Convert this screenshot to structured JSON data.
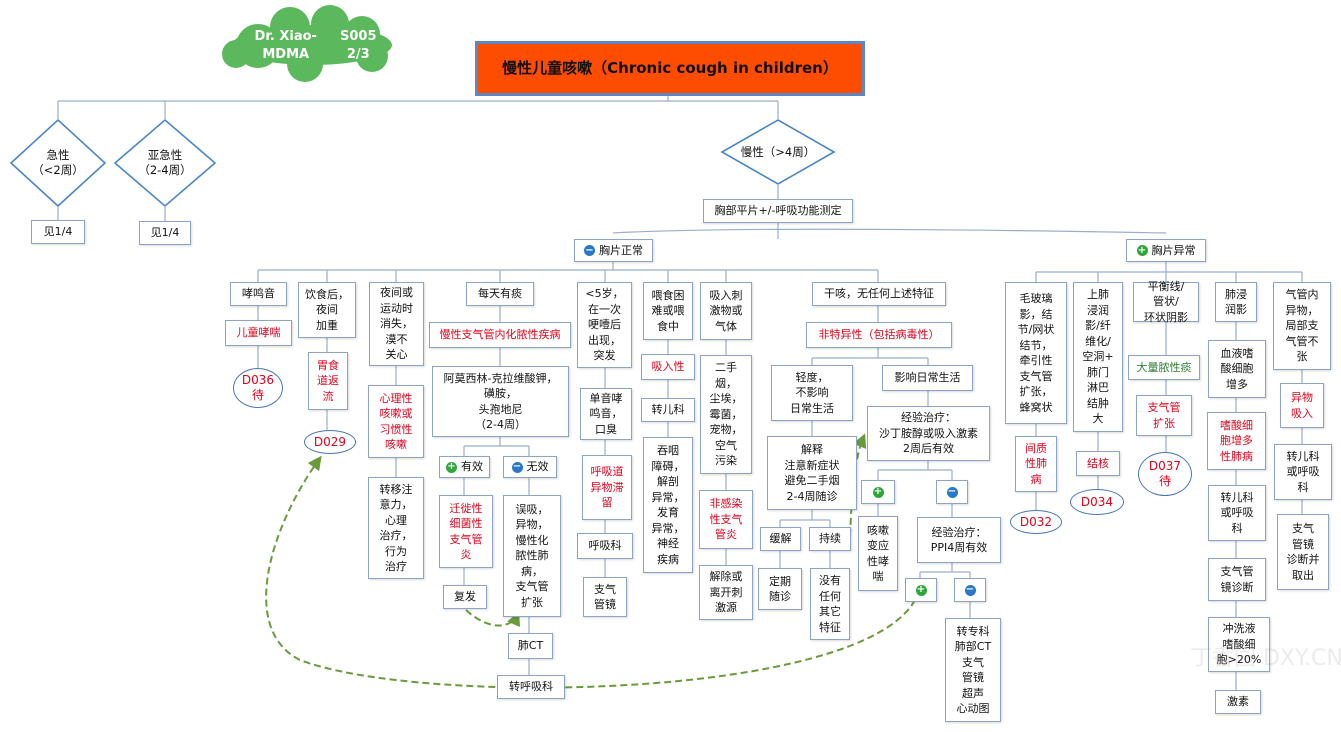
{
  "header": {
    "cloud_line1": "Dr. Xiao-MDMA",
    "cloud_line2": "S005 2/3",
    "title": "慢性儿童咳嗽（Chronic cough in children）"
  },
  "watermark": "丁香园 DXY.CN",
  "colors": {
    "title_bg": "#ff4d00",
    "cloud": "#5cb85c",
    "node_border": "#8da4c6",
    "ellipse_border": "#4a76b8",
    "highlight_text": "#e3001b",
    "green_text": "#2e7d32",
    "dashed_arrow": "#6a9a3a"
  },
  "nodes": {
    "acute": "急性\n（<2周）",
    "subacute": "亚急性\n（2-4周）",
    "chronic": "慢性（>4周）",
    "see14a": "见1/4",
    "see14b": "见1/4",
    "cxr_pft": "胸部平片+/-呼吸功能测定",
    "cxr_normal": "胸片正常",
    "cxr_abnormal": "胸片异常",
    "wheeze": "哮鸣音",
    "asthma": "儿童哮喘",
    "d036": "D036\n待",
    "after_meal": "饮食后，\n夜间\n加重",
    "gerd": "胃食\n道返\n流",
    "d029": "D029",
    "night_cough": "夜间或\n运动时\n消失，\n漠不\n关心",
    "psych_cough": "心理性\n咳嗽或\n习惯性\n咳嗽",
    "distract": "转移注\n意力，\n心理\n治疗，\n行为\n治疗",
    "daily_sputum": "每天有痰",
    "pbb": "慢性支气管内化脓性疾病",
    "abx": "阿莫西林-克拉维酸钾，\n磺胺，\n头孢地尼\n（2-4周）",
    "effective": "有效",
    "ineffective": "无效",
    "persistent_bb": "迁徙性\n细菌性\n支气管\n炎",
    "relapse": "复发",
    "aspiration_list": "误吸，\n异物，\n慢性化\n脓性肺\n病，\n支气管\n扩张",
    "chest_ct": "肺CT",
    "to_resp": "转呼吸科",
    "under5": "<5岁，\n在一次\n哽噎后\n出现，\n突发",
    "mono_wheeze": "单音哮\n鸣音，\n口臭",
    "airway_fb": "呼吸道\n异物滞\n留",
    "resp_dept": "呼吸科",
    "bronchoscopy1": "支气\n管镜",
    "feeding": "喂食困\n难或喂\n食中",
    "inhalation": "吸入性",
    "peds": "转儿科",
    "swallow": "吞咽\n障碍，\n解剖\n异常，\n发育\n异常，\n神经\n疾病",
    "irritant": "吸入刺\n激物或\n气体",
    "irritant_list": "二手\n烟，\n尘埃，\n霉菌，\n宠物，\n空气\n污染",
    "noninfect": "非感染\n性支气\n管炎",
    "remove_source": "解除或\n离开刺\n激源",
    "dry_cough": "干咳，无任何上述特征",
    "nonspecific": "非特异性（包括病毒性）",
    "mild": "轻度，\n不影响\n日常生活",
    "affects_life": "影响日常生活",
    "explain": "解释\n注意新症状\n避免二手烟\n2-4周随诊",
    "relieved": "缓解",
    "persists": "持续",
    "followup": "定期\n随诊",
    "no_features": "没有\n任何\n其它\n特征",
    "trial1": "经验治疗：\n沙丁胺醇或吸入激素\n2周后有效",
    "cva": "咳嗽\n变应\n性哮\n喘",
    "trial2": "经验治疗：\nPPI4周有效",
    "refer_ct": "转专科\n肺部CT\n支气\n管镜\n超声\n心动图",
    "ggo": "毛玻璃\n影，结\n节/网状\n结节，\n牵引性\n支气管\n扩张，\n蜂窝状",
    "ild": "间质\n性肺\n病",
    "d032": "D032",
    "upper_lobe": "上肺\n浸润\n影/纤\n维化/\n空洞+\n肺门\n淋巴\n结肿\n大",
    "tb": "结核",
    "d034": "D034",
    "tram_track": "平衡线/\n管状/\n环状阴影",
    "bronchorrhea": "大量脓性痰",
    "bronchiectasis": "支气管\n扩张",
    "d037": "D037\n待",
    "infiltrate": "肺浸\n润影",
    "eosinophil": "血液嗜\n酸细胞\n增多",
    "eos_pneumonia": "嗜酸细\n胞增多\n性肺病",
    "peds_resp": "转儿科\n或呼吸\n科",
    "bronch_dx": "支气管\n镜诊断",
    "bal": "冲洗液\n嗜酸细\n胞>20%",
    "steroid": "激素",
    "fb_airway": "气管内\n异物，\n局部支\n气管不\n张",
    "fb_inhale": "异物\n吸入",
    "peds_resp2": "转儿科\n或呼吸\n科",
    "bronch_remove": "支气\n管镜\n诊断并\n取出"
  }
}
